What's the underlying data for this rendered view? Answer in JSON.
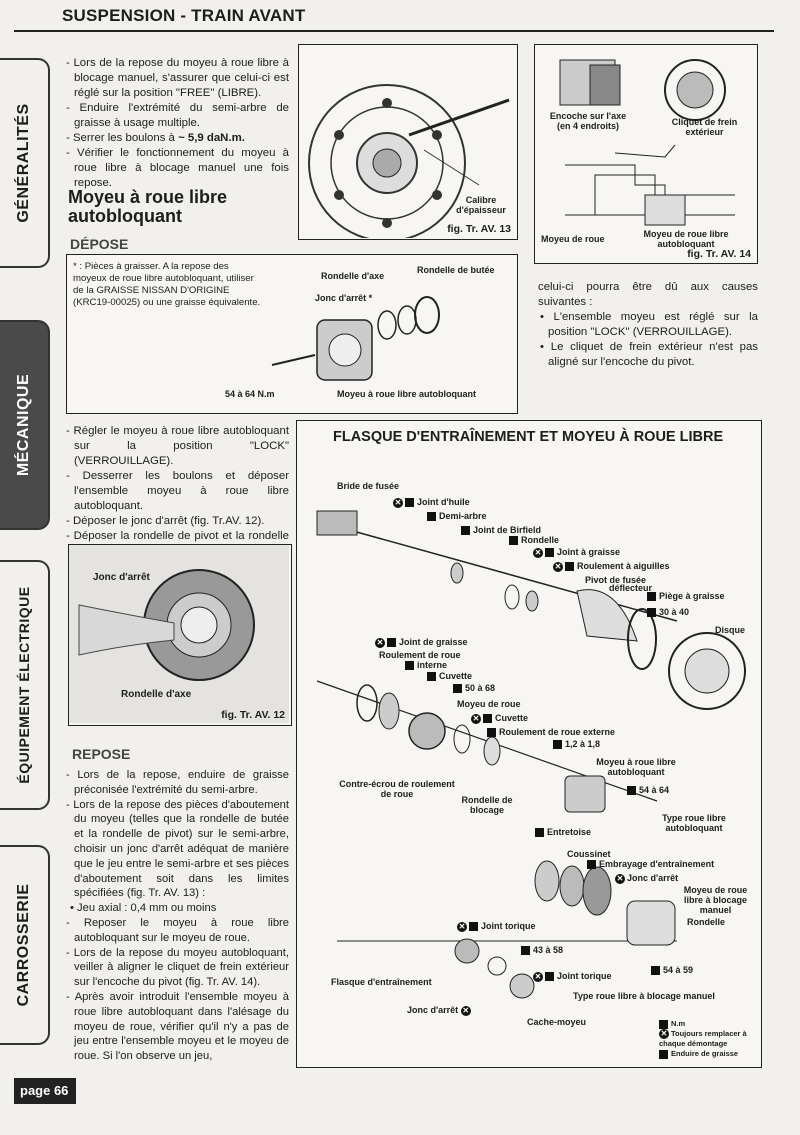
{
  "header": {
    "title": "SUSPENSION - TRAIN AVANT"
  },
  "tabs": [
    "GÉNÉRALITÉS",
    "MÉCANIQUE",
    "ÉQUIPEMENT ÉLECTRIQUE",
    "CARROSSERIE"
  ],
  "intro": {
    "p1": "- Lors de la repose du moyeu à roue libre à blocage manuel, s'assurer que celui-ci est réglé sur la position \"FREE\" (LIBRE).",
    "p2": "- Enduire l'extrémité du semi-arbre de graisse à usage multiple.",
    "p3_pre": "- Serrer les boulons à",
    "p3_val": "~ 5,9 daN.m.",
    "p4": "- Vérifier le fonctionnement du moyeu à roue libre à blocage manuel une fois repose."
  },
  "section": {
    "title": "Moyeu à roue libre autobloquant",
    "depose": "DÉPOSE",
    "repose": "REPOSE"
  },
  "fig13": {
    "caption": "fig. Tr. AV. 13",
    "label_calibre": "Calibre d'épaisseur"
  },
  "fig14": {
    "caption": "fig. Tr. AV. 14",
    "encoche": "Encoche sur l'axe (en 4 endroits)",
    "cliquet": "Cliquet de frein extérieur",
    "moyeu_roue": "Moyeu de roue",
    "moyeu_libre": "Moyeu de roue libre autobloquant"
  },
  "greasebox": {
    "note": "* : Pièces à graisser. A la repose des moyeux de roue libre autobloquant, utiliser de la GRAISSE NISSAN D'ORIGINE (KRC19-00025) ou une graisse équivalente.",
    "rondelle_axe": "Rondelle d'axe",
    "rondelle_butee": "Rondelle de butée",
    "jonc": "Jonc d'arrêt *",
    "torque": "54 à 64 N.m",
    "moyeu": "Moyeu à roue libre autobloquant"
  },
  "causes": {
    "intro": "celui-ci pourra être dû aux causes suivantes :",
    "b1": "• L'ensemble moyeu est réglé sur la position \"LOCK\" (VERROUILLAGE).",
    "b2": "• Le cliquet de frein extérieur n'est pas aligné sur l'encoche du pivot."
  },
  "depose_steps": {
    "s1": "- Régler le moyeu à roue libre autobloquant sur la position \"LOCK\" (VERROUILLAGE).",
    "s2": "- Desserrer les boulons et déposer l'ensemble moyeu à roue libre autobloquant.",
    "s3": "- Déposer le jonc d'arrêt (fig. Tr.AV. 12).",
    "s4": "- Déposer la rondelle de pivot et la rondelle de butée."
  },
  "fig12": {
    "caption": "fig. Tr. AV. 12",
    "jonc": "Jonc d'arrêt",
    "rondelle": "Rondelle d'axe"
  },
  "repose_steps": {
    "s1": "- Lors de la repose, enduire de graisse préconisée l'extrémité du semi-arbre.",
    "s2": "- Lors de la repose des pièces d'aboutement du moyeu (telles que la rondelle de butée et la rondelle de pivot) sur le semi-arbre, choisir un jonc d'arrêt adéquat de manière que le jeu entre le semi-arbre et ses pièces d'aboutement soit dans les limites spécifiées (fig. Tr. AV. 13) :",
    "s2b": "• Jeu axial : 0,4 mm ou moins",
    "s3": "- Reposer le moyeu à roue libre autobloquant sur le moyeu de roue.",
    "s4": "- Lors de la repose du moyeu autobloquant, veiller à aligner le cliquet de frein extérieur sur l'encoche du pivot (fig. Tr. AV. 14).",
    "s5": "- Après avoir introduit l'ensemble moyeu à roue libre autobloquant dans l'alésage du moyeu de roue, vérifier qu'il n'y a pas de jeu entre l'ensemble moyeu et le moyeu de roue. Si l'on observe un jeu,"
  },
  "diagram": {
    "title": "FLASQUE D'ENTRAÎNEMENT ET MOYEU À ROUE LIBRE",
    "labels": [
      "Bride de fusée",
      "Joint d'huile",
      "Demi-arbre",
      "Joint de Birfield",
      "Rondelle",
      "Joint à graisse",
      "Roulement à aiguilles",
      "Pivot de fusée",
      "déflecteur",
      "Piège à graisse",
      "30 à 40",
      "Disque",
      "Joint de graisse",
      "Roulement de roue",
      "interne",
      "Cuvette",
      "50 à 68",
      "Moyeu de roue",
      "Cuvette",
      "Roulement de roue externe",
      "1,2 à 1,8",
      "Contre-écrou de roulement de roue",
      "Rondelle de blocage",
      "Moyeu à roue libre autobloquant",
      "54 à 64",
      "Type roue libre autobloquant",
      "Entretoise",
      "Coussinet",
      "Embrayage d'entraînement",
      "Jonc d'arrêt",
      "Moyeu de roue libre à blocage manuel",
      "Rondelle",
      "Joint torique",
      "43 à 58",
      "Flasque d'entraînement",
      "Joint torique",
      "54 à 59",
      "Type roue libre à blocage manuel",
      "Jonc d'arrêt",
      "Cache-moyeu"
    ],
    "legend": [
      "N.m",
      "Toujours remplacer à chaque démontage",
      "Enduire de graisse"
    ]
  },
  "footer": {
    "page": "page 66"
  }
}
